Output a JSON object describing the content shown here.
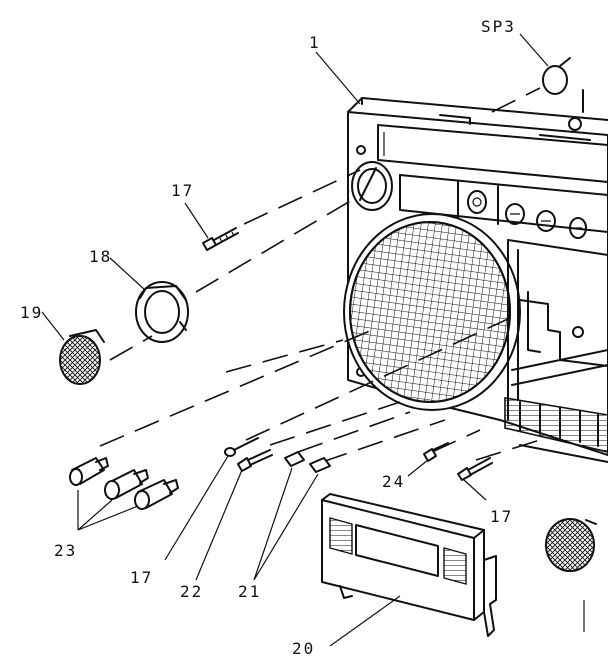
{
  "labels": {
    "sp3": "SP3",
    "p1": "1",
    "p17a": "17",
    "p18": "18",
    "p19": "19",
    "p23": "23",
    "p17b": "17",
    "p22": "22",
    "p21": "21",
    "p24": "24",
    "p17c": "17",
    "p20": "20"
  },
  "colors": {
    "ink": "#111111",
    "paper": "#ffffff"
  }
}
